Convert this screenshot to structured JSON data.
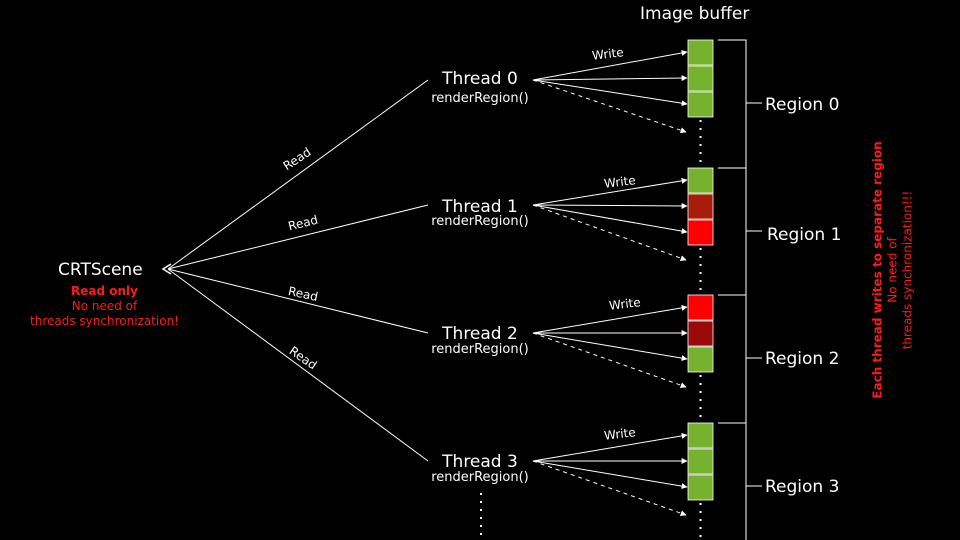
{
  "title": "Image buffer",
  "scene": {
    "label": "CRTScene",
    "note_bold": "Read only",
    "note_lines": [
      "No need of",
      "threads synchronization!"
    ]
  },
  "edge_read_label": "Read",
  "edge_write_label": "Write",
  "threads": [
    {
      "name": "Thread 0",
      "func": "renderRegion()"
    },
    {
      "name": "Thread 1",
      "func": "renderRegion()"
    },
    {
      "name": "Thread 2",
      "func": "renderRegion()"
    },
    {
      "name": "Thread 3",
      "func": "renderRegion()"
    }
  ],
  "regions": [
    {
      "label": "Region 0",
      "cells": [
        "green",
        "green",
        "green"
      ]
    },
    {
      "label": "Region 1",
      "cells": [
        "green",
        "darkred",
        "red"
      ]
    },
    {
      "label": "Region 2",
      "cells": [
        "red",
        "darkred",
        "green"
      ]
    },
    {
      "label": "Region 3",
      "cells": [
        "green",
        "green",
        "green"
      ]
    }
  ],
  "side_note": {
    "bold": "Each thread writes to separate region",
    "lines": [
      "No need of",
      "threads synchronization!!!"
    ]
  },
  "colors": {
    "green": "#76b22d",
    "red": "#ff0000",
    "darkred": "#a81c0a",
    "darkred2": "#9b0a0a",
    "accent_red": "#ff1a1a"
  }
}
